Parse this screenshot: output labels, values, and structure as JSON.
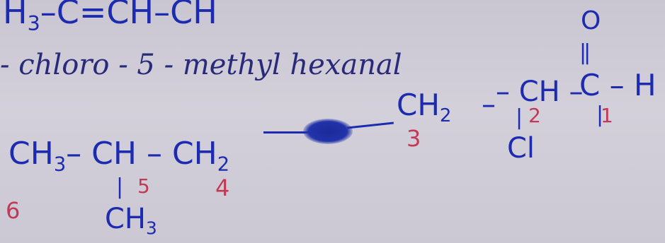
{
  "top_formula": {
    "left": "H",
    "left_sub": "3",
    "rest": "–C=CH–CH"
  },
  "compound_name": "- chloro - 5 - methyl hexanal",
  "structure": {
    "oxygen": "O",
    "double_bond": "||",
    "carbonyl": "C – H",
    "c2": "– CH –",
    "ch2_right": "CH",
    "ch2_right_sub": "2",
    "dash_right": "–",
    "chain_left": "CH",
    "chain_left_sub": "3",
    "chain_mid": "– CH – CH",
    "chain_mid_sub": "2",
    "branch_bar": "|",
    "branch_ch3": "CH",
    "branch_ch3_sub": "3",
    "cl_bar": "|",
    "cl": "Cl",
    "carbonyl_bar": "|"
  },
  "numbering": {
    "n1": "1",
    "n2": "2",
    "n3": "3",
    "n4": "4",
    "n5": "5",
    "n6": "6"
  },
  "colors": {
    "ink_blue": "#1d2bb0",
    "ink_red": "#c13a55",
    "paper": "#cfcbd6"
  }
}
